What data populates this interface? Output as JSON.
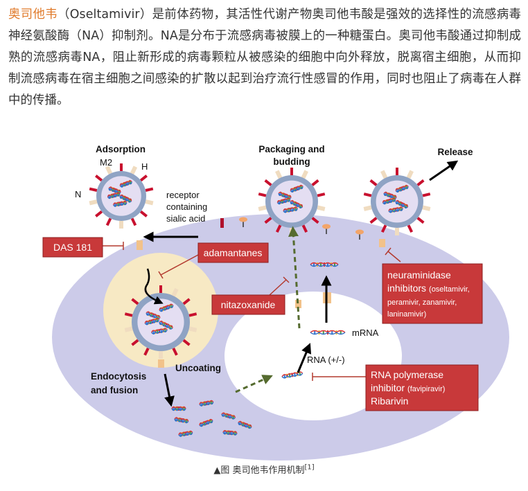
{
  "paragraph": {
    "highlight": "奥司他韦",
    "body": "（Oseltamivir）是前体药物，其活性代谢产物奥司他韦酸是强效的选择性的流感病毒神经氨酸酶（NA）抑制剂。NA是分布于流感病毒被膜上的一种糖蛋白。奥司他韦酸通过抑制成熟的流感病毒NA，阻止新形成的病毒颗粒从被感染的细胞中向外释放，脱离宿主细胞，从而抑制流感病毒在宿主细胞之间感染的扩散以起到治疗流行性感冒的作用，同时也阻止了病毒在人群中的传播。"
  },
  "diagram": {
    "adsorption": "Adsorption",
    "m2": "M2",
    "h": "H",
    "n": "N",
    "receptor_1": "receptor",
    "receptor_2": "containing",
    "receptor_3": "sialic acid",
    "packaging_1": "Packaging and",
    "packaging_2": "budding",
    "release": "Release",
    "das181": "DAS 181",
    "adamantanes": "adamantanes",
    "nitazoxanide": "nitazoxanide",
    "neuraminidase_1": "neuraminidase",
    "neuraminidase_2": "inhibitors",
    "neuraminidase_2b": "(oseltamivir,",
    "neuraminidase_3": "peramivir, zanamivir,",
    "neuraminidase_4": "laninamivir)",
    "mrna": "mRNA",
    "rna": "RNA (+/-)",
    "uncoating": "Uncoating",
    "endocytosis_1": "Endocytosis",
    "endocytosis_2": "and fusion",
    "rnapol_1": "RNA polymerase",
    "rnapol_2": "inhibitor",
    "rnapol_2b": "(favipiravir)",
    "rnapol_3": "Ribarivin"
  },
  "colors": {
    "cell": "#cccbe9",
    "endosome": "#f7e9c4",
    "nucleus": "#ffffff",
    "virus_shell": "#8fa3c4",
    "virus_core": "#e4def2",
    "drug_box": "#c8393a",
    "highlight_text": "#e07a2a"
  },
  "caption": {
    "text": "▲图 奥司他韦作用机制",
    "ref": "[1]"
  }
}
